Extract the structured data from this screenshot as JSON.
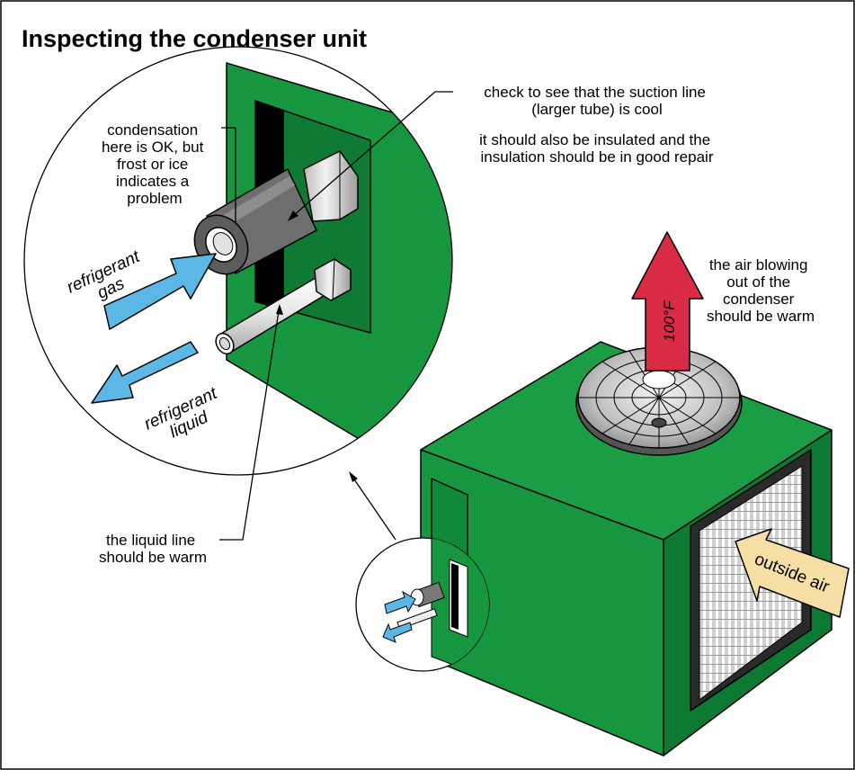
{
  "title": "Inspecting the condenser unit",
  "labels": {
    "condensation": [
      "condensation",
      "here is OK, but",
      "frost or ice",
      "indicates a",
      "problem"
    ],
    "suction": [
      "check to see that the suction line",
      "(larger tube) is cool"
    ],
    "insulation": [
      "it should also be insulated and the",
      "insulation should be in good repair"
    ],
    "air_blowing": [
      "the air blowing",
      "out of the",
      "condenser",
      "should be warm"
    ],
    "liquid_line": [
      "the liquid line",
      "should be warm"
    ],
    "refrigerant_gas": [
      "refrigerant",
      "gas"
    ],
    "refrigerant_liquid": [
      "refrigerant",
      "liquid"
    ],
    "outside_air": "outside air",
    "temperature": "100°F"
  },
  "colors": {
    "cabinet_green": "#15963f",
    "cabinet_dark": "#0d6b2b",
    "panel_green": "#0f7a33",
    "refrigerant_blue": "#5bb8e6",
    "hot_air_red": "#d92b45",
    "outside_air_tan": "#f6dfa5"
  }
}
